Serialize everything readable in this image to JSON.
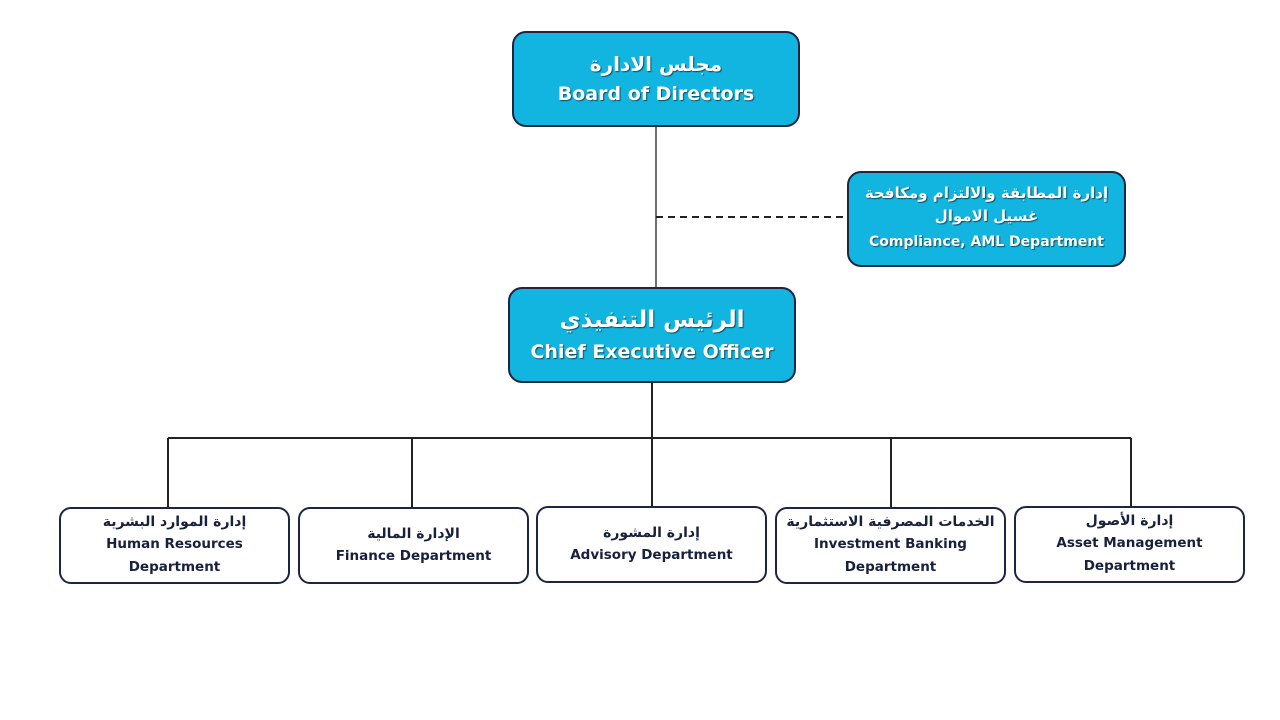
{
  "board": {
    "title_ar": "مجلس الادارة",
    "title_en": "Board of Directors"
  },
  "compliance": {
    "title_ar": "إدارة المطابقة والالتزام ومكافحة غسيل الاموال",
    "title_en": "Compliance, AML Department"
  },
  "ceo": {
    "title_ar": "الرئيس التنفيذي",
    "title_en": "Chief Executive Officer"
  },
  "departments": [
    {
      "id": "hr",
      "title_ar": "إدارة الموارد البشرية",
      "title_en": "Human Resources Department"
    },
    {
      "id": "finance",
      "title_ar": "الإدارة المالية",
      "title_en": "Finance Department"
    },
    {
      "id": "advisory",
      "title_ar": "إدارة المشورة",
      "title_en": "Advisory Department"
    },
    {
      "id": "investment",
      "title_ar": "الخدمات المصرفية الاستثمارية",
      "title_en": "Investment Banking Department"
    },
    {
      "id": "asset",
      "title_ar": "إدارة الأصول",
      "title_en": "Asset Management Department"
    }
  ],
  "colors": {
    "top_box_fill": "#12b5e0",
    "border": "#1c2541",
    "dept_text": "#17203d",
    "top_text": "#ffffff"
  }
}
